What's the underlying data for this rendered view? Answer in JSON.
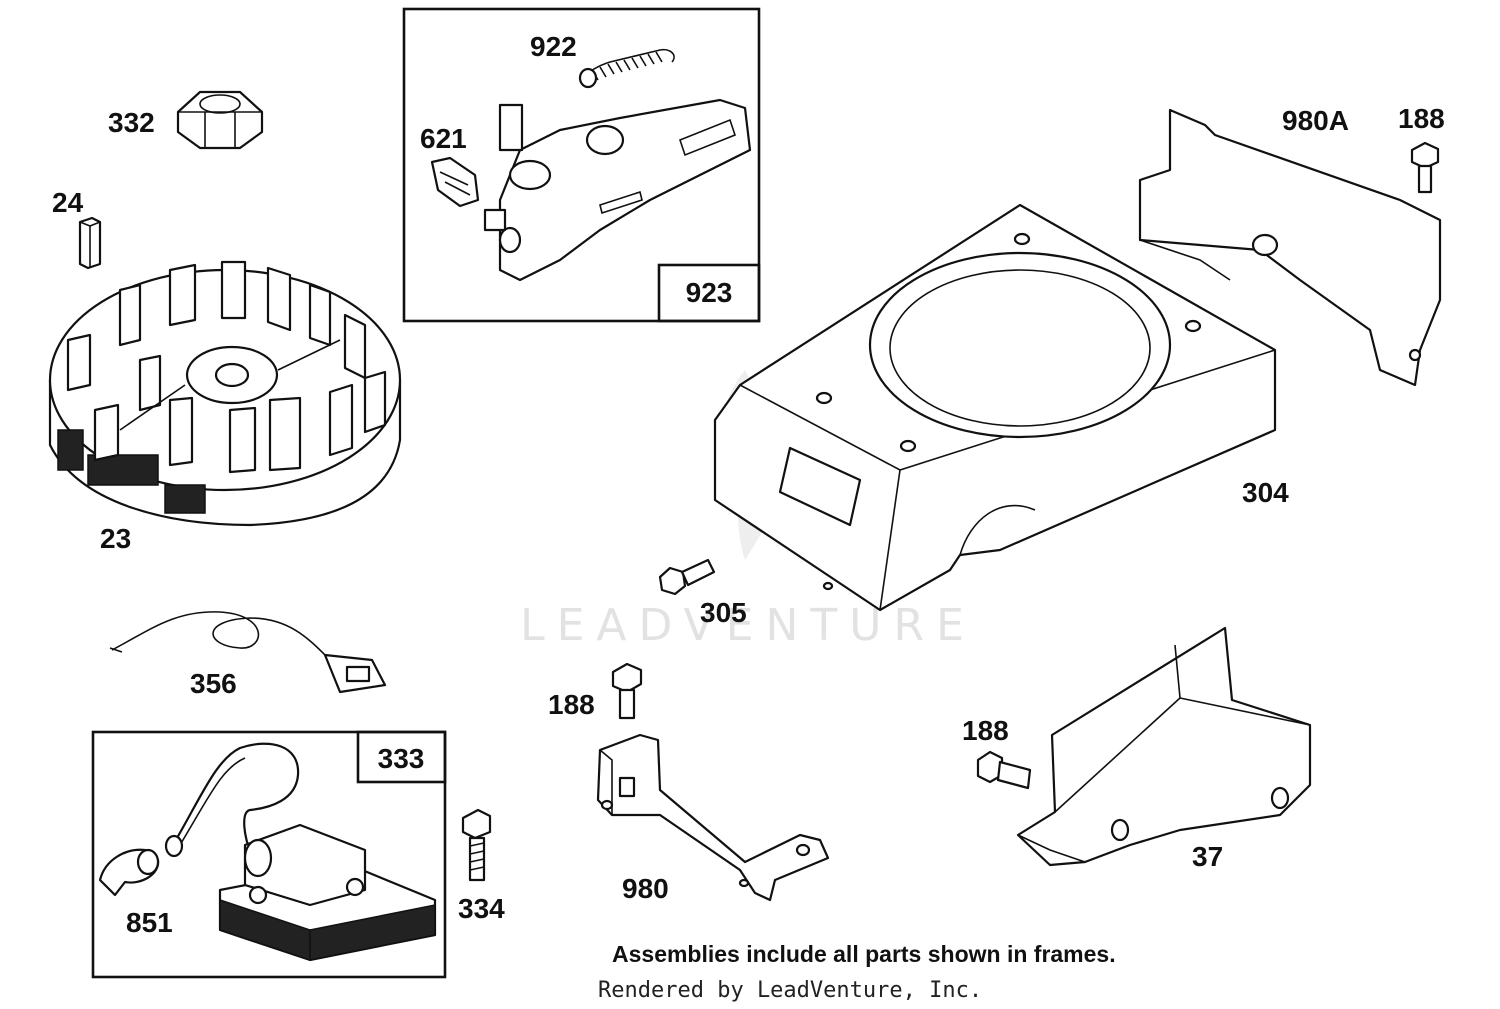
{
  "watermark": "LEADVENTURE",
  "footer": {
    "note": "Assemblies include all parts shown in frames.",
    "credit": "Rendered by LeadVenture, Inc."
  },
  "labels": {
    "p332": "332",
    "p24": "24",
    "p23": "23",
    "p356": "356",
    "p333": "333",
    "p851": "851",
    "p334": "334",
    "p922": "922",
    "p621": "621",
    "p923": "923",
    "p980A": "980A",
    "p188_top": "188",
    "p304": "304",
    "p305": "305",
    "p188_mid": "188",
    "p980": "980",
    "p188_right": "188",
    "p37": "37"
  }
}
